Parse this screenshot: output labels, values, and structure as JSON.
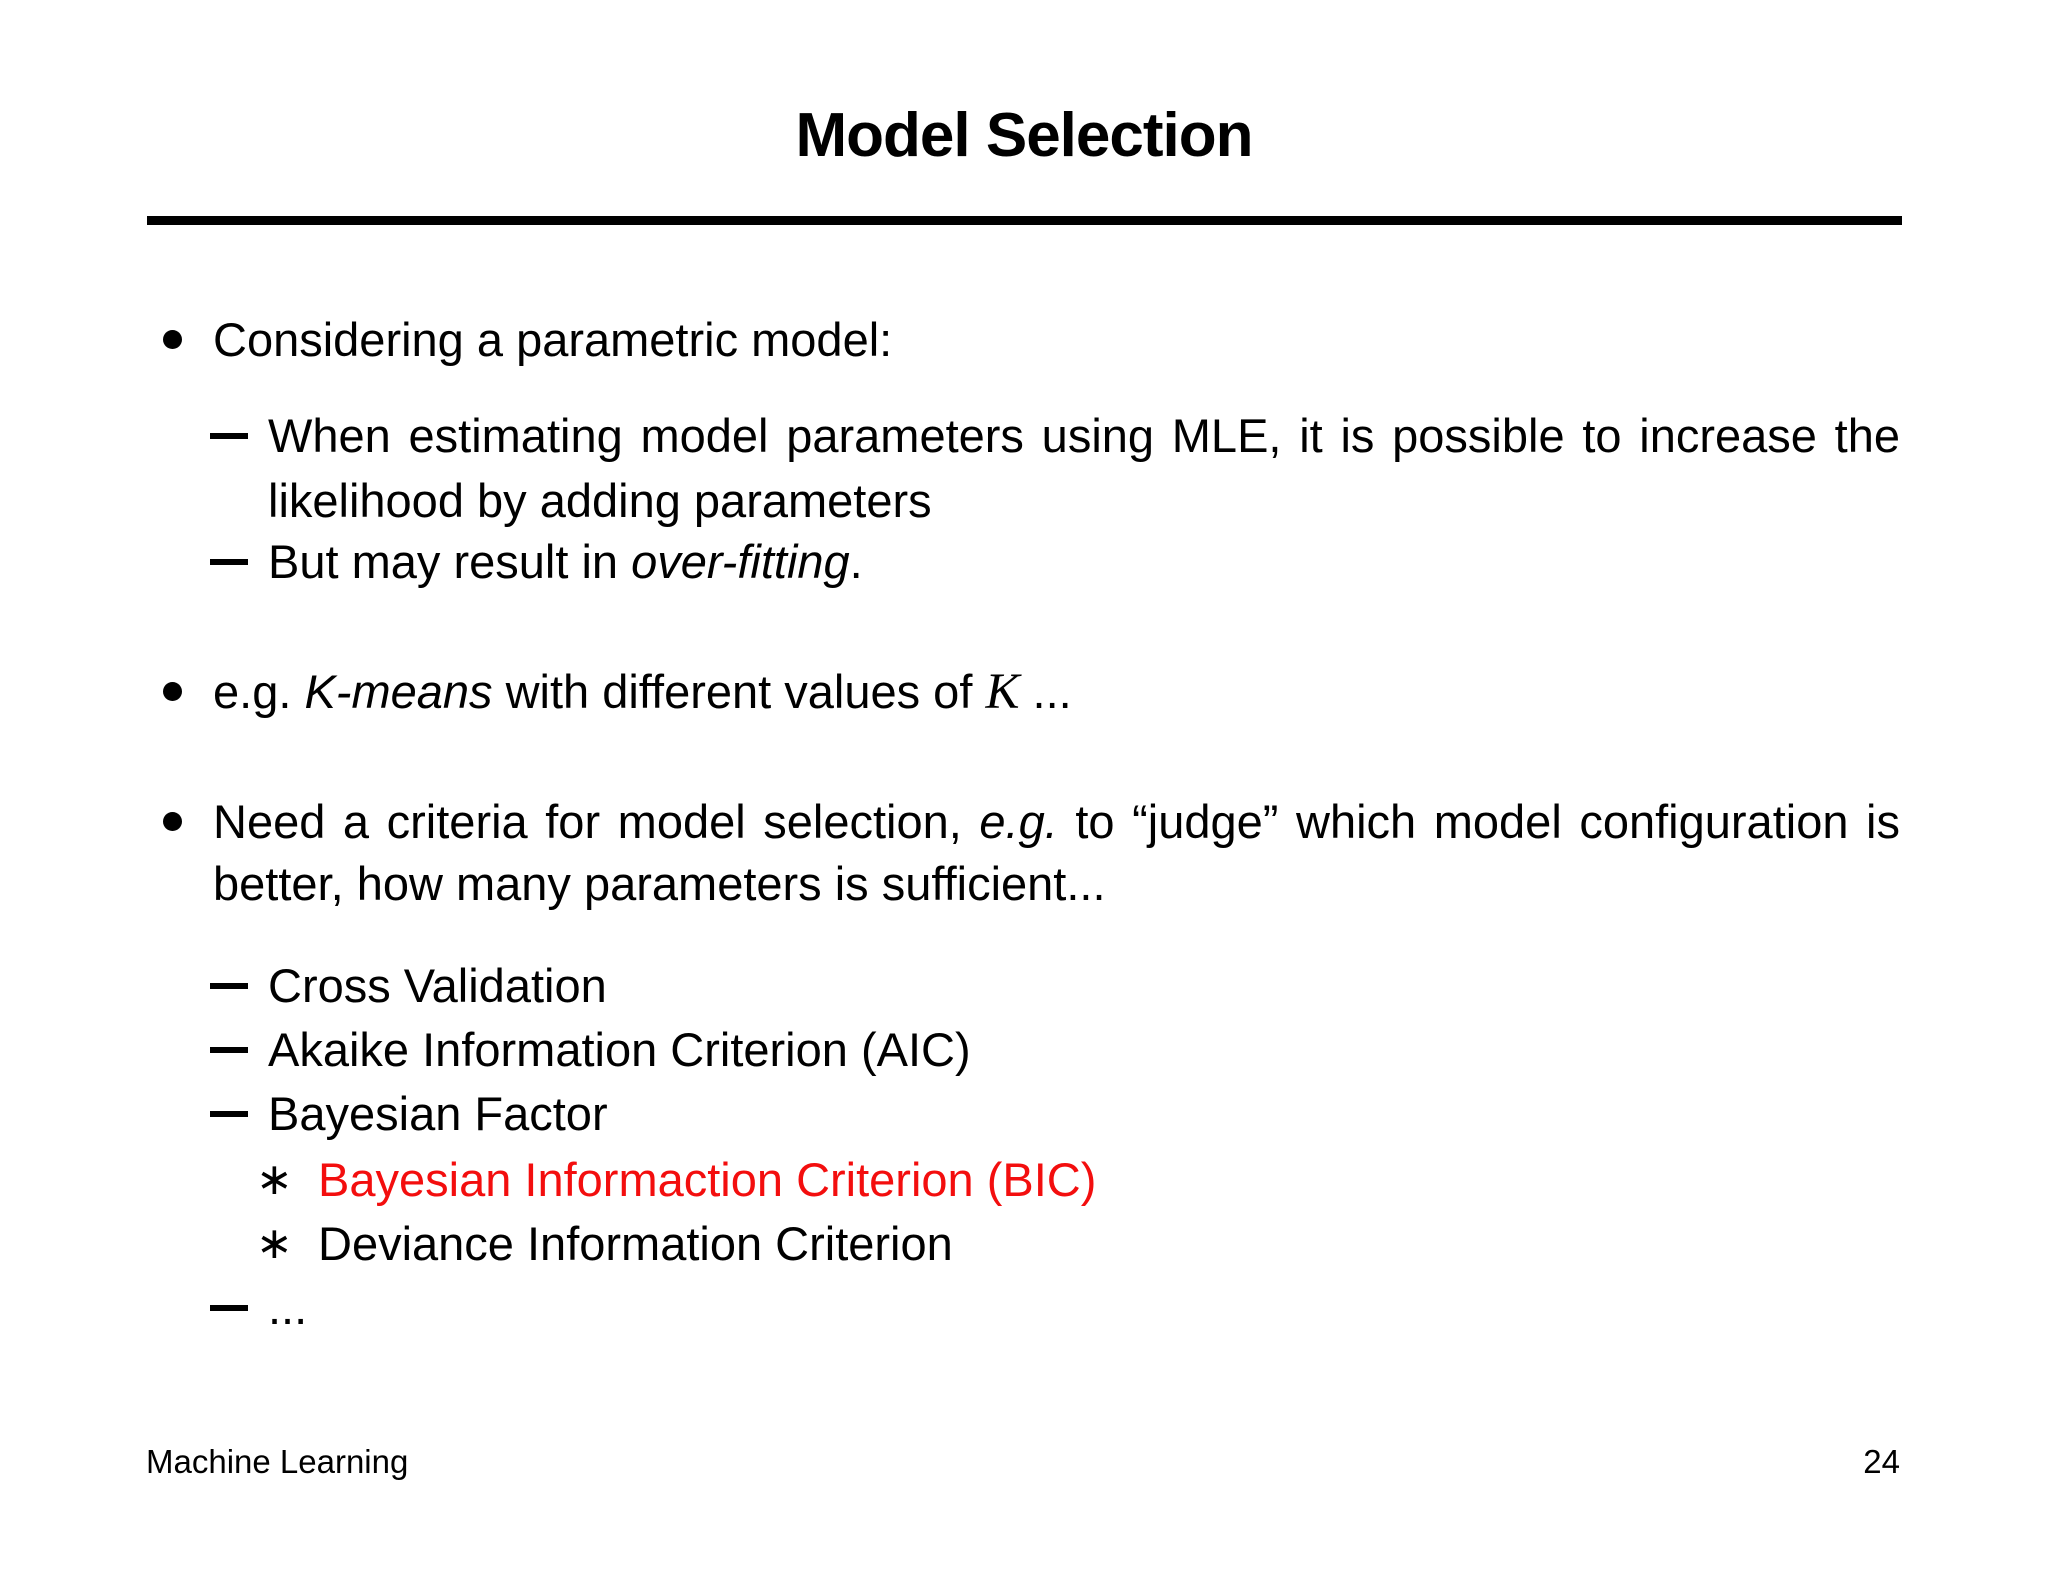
{
  "slide": {
    "title": "Model Selection",
    "colors": {
      "background": "#ffffff",
      "text": "#000000",
      "rule": "#000000",
      "red_accent": "#f30e0e"
    },
    "lines": [
      {
        "marker": "bullet",
        "segments": [
          {
            "t": "Considering a parametric model:"
          }
        ]
      },
      {
        "marker": "dash",
        "justified": true,
        "segments": [
          {
            "t": "When estimating model parameters using MLE, it is possible to increase the"
          }
        ]
      },
      {
        "marker": "none",
        "segments": [
          {
            "t": "likelihood by adding parameters"
          }
        ]
      },
      {
        "marker": "dash",
        "segments": [
          {
            "t": "But may result in "
          },
          {
            "t": "over-fitting"
          },
          {
            "t": "."
          }
        ]
      },
      {
        "marker": "bullet",
        "segments": [
          {
            "t": "e.g. "
          },
          {
            "t": "K-means"
          },
          {
            "t": " with different values of "
          },
          {
            "t": "K"
          },
          {
            "t": " ..."
          }
        ]
      },
      {
        "marker": "bullet",
        "justified": true,
        "segments": [
          {
            "t": "Need a criteria for model selection, "
          },
          {
            "t": "e.g."
          },
          {
            "t": " to “judge” which model configuration is"
          }
        ]
      },
      {
        "marker": "none",
        "segments": [
          {
            "t": "better, how many parameters is sufficient..."
          }
        ]
      },
      {
        "marker": "dash",
        "segments": [
          {
            "t": "Cross Validation"
          }
        ]
      },
      {
        "marker": "dash",
        "segments": [
          {
            "t": "Akaike Information Criterion (AIC)"
          }
        ]
      },
      {
        "marker": "dash",
        "segments": [
          {
            "t": "Bayesian Factor"
          }
        ]
      },
      {
        "marker": "asterisk",
        "segments": [
          {
            "t": "Bayesian Informaction Criterion (BIC)"
          }
        ]
      },
      {
        "marker": "asterisk",
        "segments": [
          {
            "t": "Deviance Information Criterion"
          }
        ]
      },
      {
        "marker": "dash",
        "segments": [
          {
            "t": "..."
          }
        ]
      }
    ],
    "markers": {
      "asterisk_glyph": "∗"
    },
    "footer": {
      "left": "Machine Learning",
      "page": "24"
    }
  }
}
